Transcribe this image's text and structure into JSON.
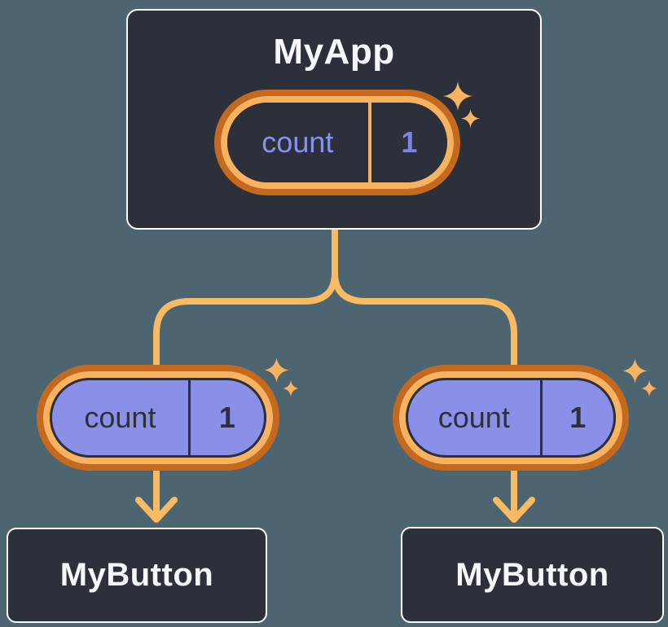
{
  "diagram_type": "react-component-tree",
  "colors": {
    "background": "#4C6570",
    "node_fill": "#2B303B",
    "node_border": "#FFFFFF",
    "node_text": "#F6F7F9",
    "state_pill_fill": "#2B303B",
    "prop_pill_fill": "#8A8FE8",
    "pill_dark_text": "#2B303B",
    "state_name_text": "#8992EA",
    "state_value_text": "#7A83E6",
    "ring_outer": "#C4691D",
    "ring_inner": "#F8B260",
    "connector": "#F8BA62",
    "sparkle": "#F8B260"
  },
  "icons": {
    "sparkle": "four-point-star"
  },
  "tree": {
    "root": {
      "title": "MyApp",
      "state": {
        "name": "count",
        "value": "1"
      }
    },
    "children": [
      {
        "label": "MyButton",
        "prop": {
          "name": "count",
          "value": "1"
        }
      },
      {
        "label": "MyButton",
        "prop": {
          "name": "count",
          "value": "1"
        }
      }
    ]
  }
}
